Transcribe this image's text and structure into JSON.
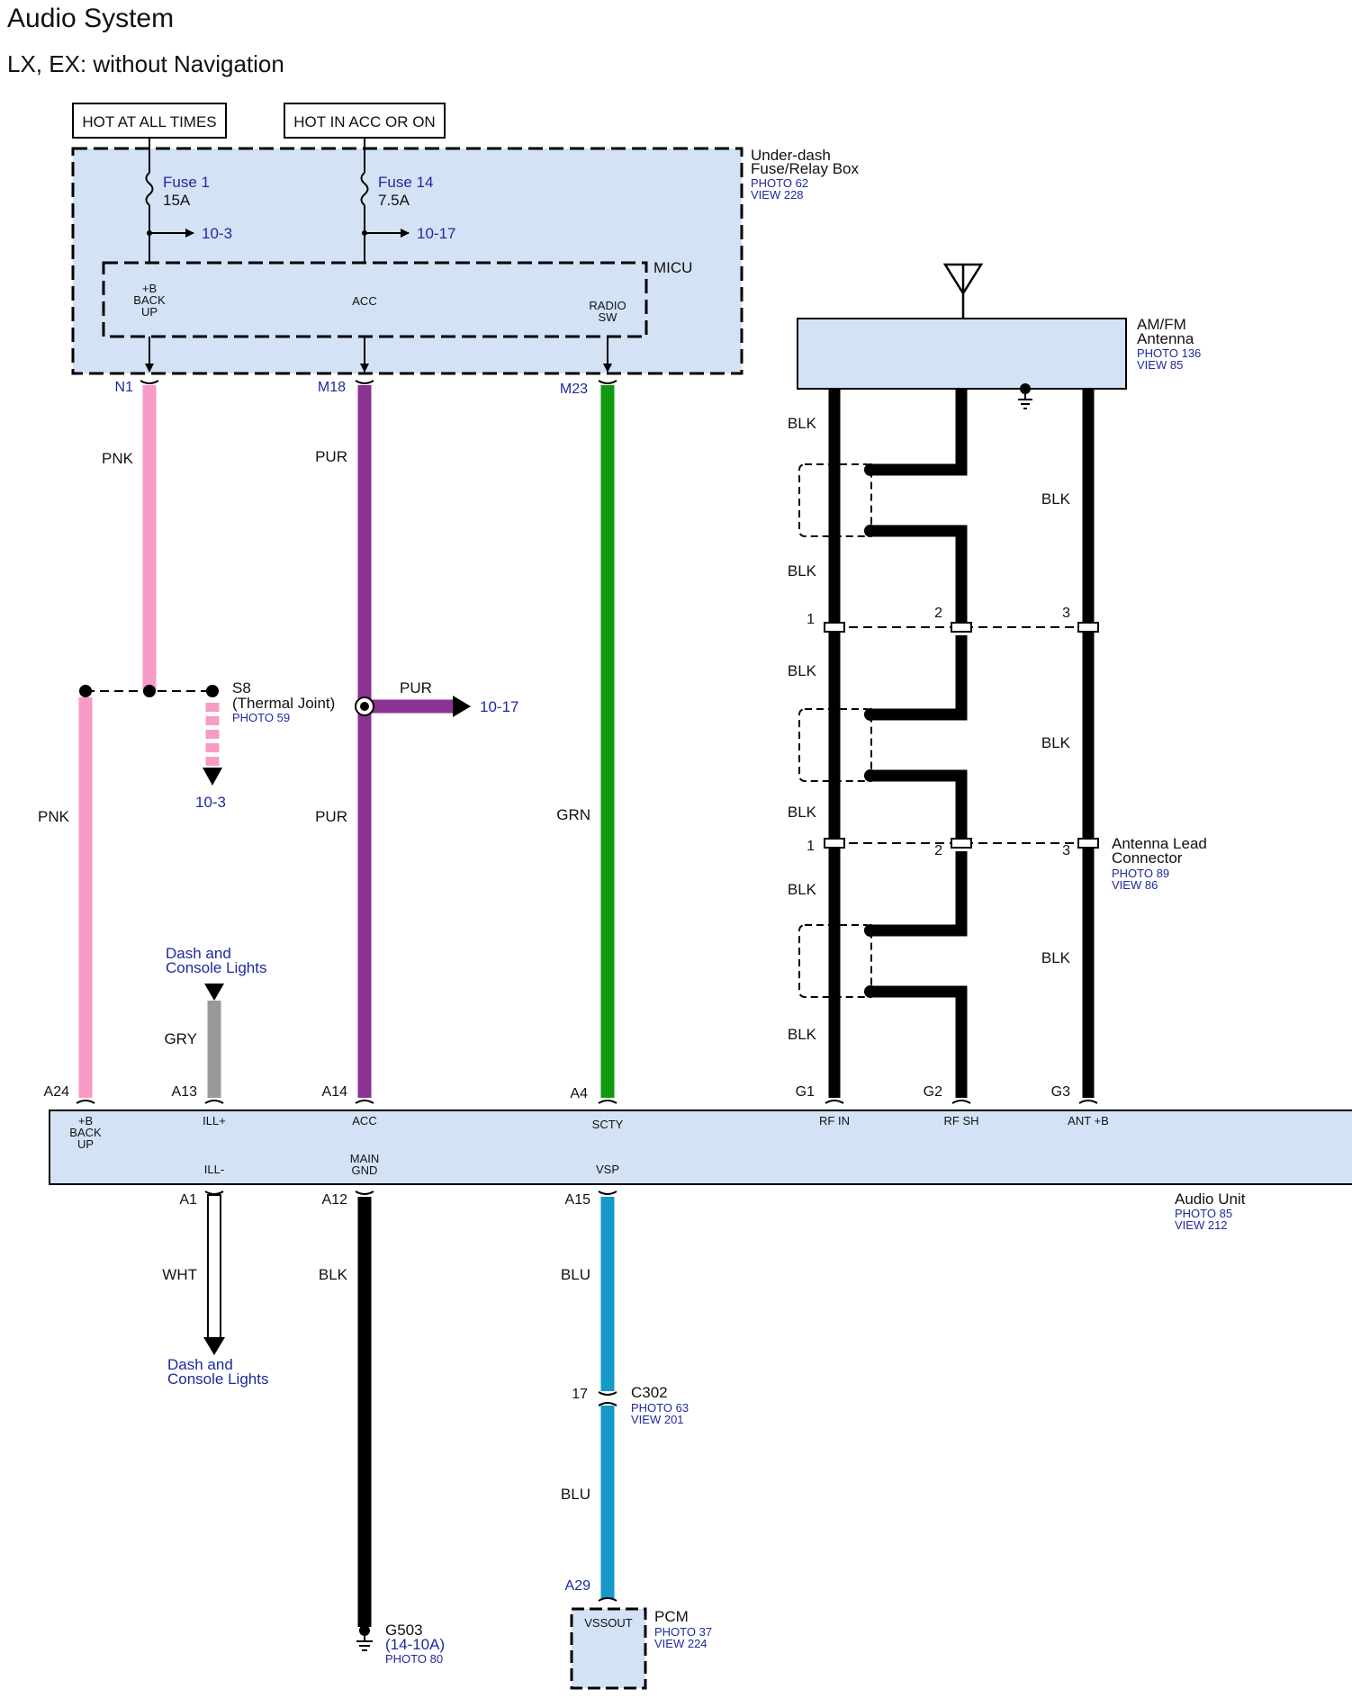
{
  "header": {
    "title": "Audio System",
    "subtitle": "LX, EX: without Navigation"
  },
  "power": {
    "hot_all_times": "HOT AT ALL TIMES",
    "hot_acc_on": "HOT IN ACC OR ON"
  },
  "fuse_box": {
    "name_1": "Under-dash",
    "name_2": "Fuse/Relay Box",
    "photo": "PHOTO 62",
    "view": "VIEW 228",
    "fuse1": {
      "name": "Fuse 1",
      "rating": "15A",
      "ref": "10-3"
    },
    "fuse14": {
      "name": "Fuse 14",
      "rating": "7.5A",
      "ref": "10-17"
    }
  },
  "micu": {
    "name": "MICU",
    "pin_backup": [
      "+B",
      "BACK",
      "UP"
    ],
    "pin_acc": "ACC",
    "pin_radio": [
      "RADIO",
      "SW"
    ]
  },
  "connectors_top": {
    "n1": "N1",
    "m18": "M18",
    "m23": "M23"
  },
  "wires": {
    "pnk": "PNK",
    "pur": "PUR",
    "grn": "GRN",
    "gry": "GRY",
    "blk": "BLK",
    "wht": "WHT",
    "blu": "BLU"
  },
  "colors": {
    "pnk": "#f79ac6",
    "pur": "#8b3393",
    "grn": "#119911",
    "gry": "#999999",
    "blk": "#000000",
    "blu": "#1599c9",
    "box": "#d3e3f5",
    "ref_text": "#1d2a9e"
  },
  "thermal_joint": {
    "name": "S8",
    "desc": "(Thermal Joint)",
    "photo": "PHOTO 59",
    "ref": "10-3"
  },
  "pur_branch": {
    "ref": "10-17"
  },
  "dash_lights": {
    "line1": "Dash and",
    "line2": "Console Lights"
  },
  "antenna": {
    "name_1": "AM/FM",
    "name_2": "Antenna",
    "photo": "PHOTO 136",
    "view": "VIEW 85"
  },
  "antenna_lead": {
    "name_1": "Antenna Lead",
    "name_2": "Connector",
    "photo": "PHOTO 89",
    "view": "VIEW 86",
    "pin1": "1",
    "pin2": "2",
    "pin3": "3"
  },
  "audio_unit": {
    "name": "Audio Unit",
    "photo": "PHOTO 85",
    "view": "VIEW 212",
    "pins_top": {
      "a24": "A24",
      "a13": "A13",
      "a14": "A14",
      "a4": "A4",
      "g1": "G1",
      "g2": "G2",
      "g3": "G3"
    },
    "labels_top": {
      "backup": [
        "+B",
        "BACK",
        "UP"
      ],
      "ill_plus": "ILL+",
      "acc": "ACC",
      "scty": "SCTY",
      "rf_in": "RF IN",
      "rf_sh": "RF SH",
      "ant_b": "ANT +B"
    },
    "pins_bottom": {
      "a1": "A1",
      "a12": "A12",
      "a15": "A15"
    },
    "labels_bottom": {
      "ill_minus": "ILL-",
      "main_gnd": [
        "MAIN",
        "GND"
      ],
      "vsp": "VSP"
    }
  },
  "c302": {
    "pin": "17",
    "name": "C302",
    "photo": "PHOTO 63",
    "view": "VIEW 201"
  },
  "ground": {
    "name": "G503",
    "ref": "(14-10A)",
    "photo": "PHOTO 80"
  },
  "pcm": {
    "pin": "A29",
    "signal": "VSSOUT",
    "name": "PCM",
    "photo": "PHOTO 37",
    "view": "VIEW 224"
  }
}
